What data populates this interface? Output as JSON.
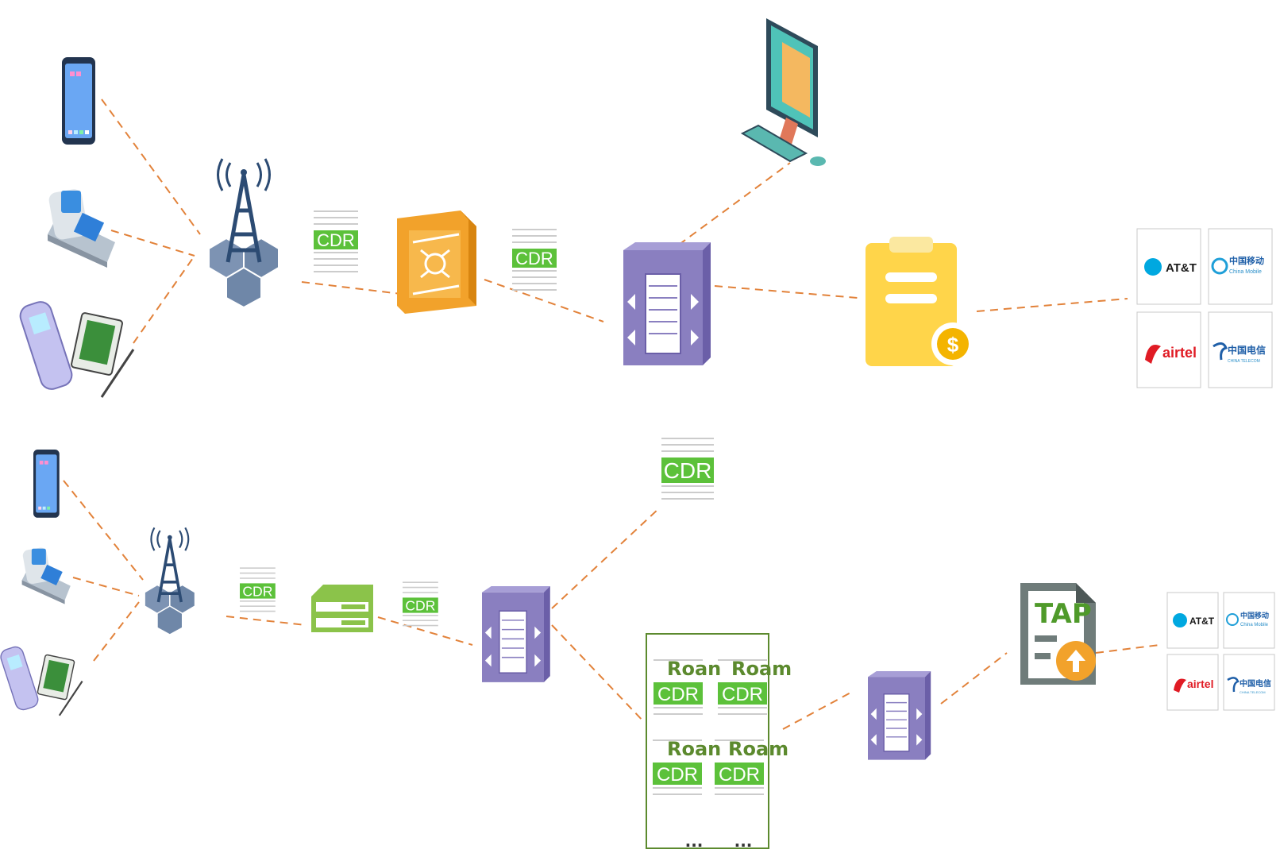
{
  "labels": {
    "cdr": "CDR",
    "roam_1": "Roam",
    "roam_2": "Roam",
    "roam_3": "Roan",
    "roam_4": "Roam",
    "roam_1_top": "Roan",
    "tap": "TAP",
    "ellipsis": "..."
  },
  "operators": {
    "att": "AT&T",
    "china_mobile": "中国移动",
    "china_mobile_sub": "China Mobile",
    "airtel": "airtel",
    "china_telecom": "中国电信",
    "china_telecom_sub": "CHINA TELECOM"
  },
  "colors": {
    "line": "#e2823a",
    "cdr_green": "#5cc13a",
    "server_purple": "#8a7fc0",
    "switch_orange": "#f2a22b",
    "billing_yellow": "#ffd54a",
    "tower_blue": "#2c4b73",
    "tap_gray": "#6f7c7a"
  }
}
